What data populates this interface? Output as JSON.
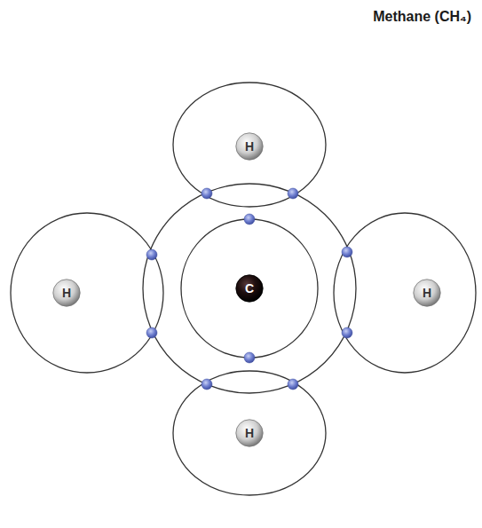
{
  "diagram": {
    "title": "Methane (CH₄)",
    "nodes": [
      {
        "text": [
          "H"
        ]
      },
      {
        "text": [
          "H"
        ]
      },
      {
        "text": [
          "C"
        ]
      },
      {
        "text": [
          "H"
        ]
      },
      {
        "text": [
          "H"
        ]
      }
    ]
  }
}
